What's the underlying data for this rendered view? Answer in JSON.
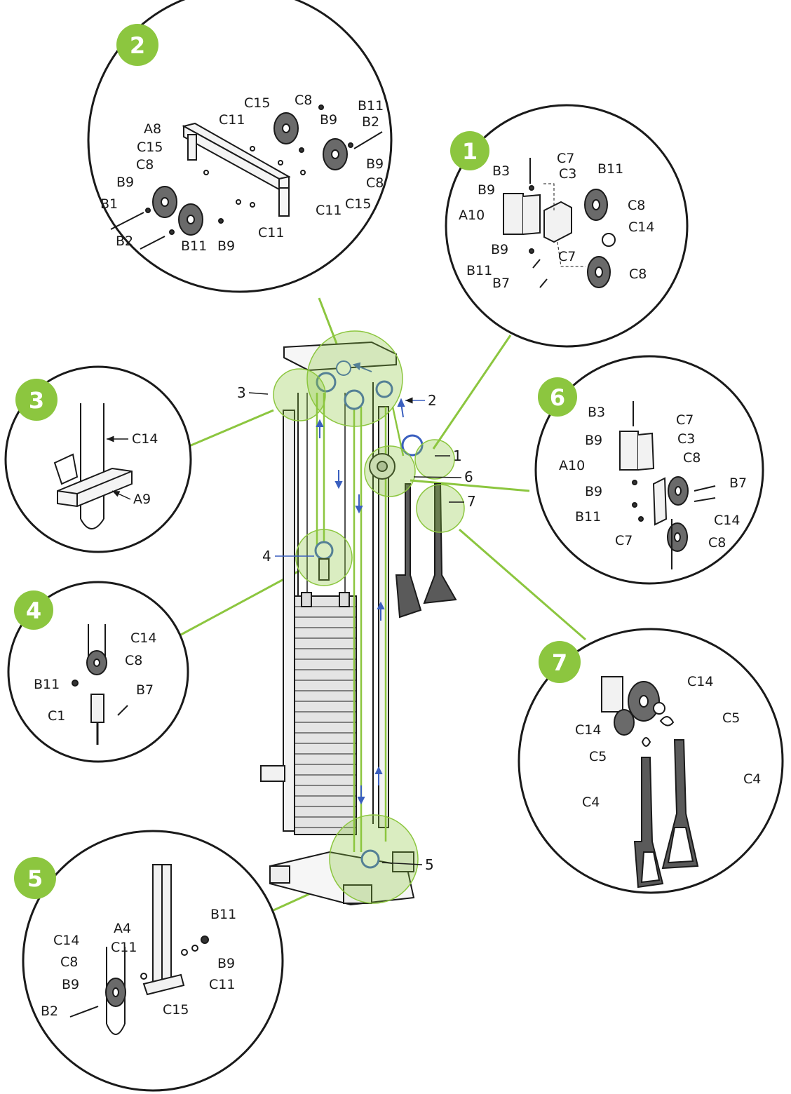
{
  "colors": {
    "accent": "#8cc63f",
    "ink": "#1a1a1a",
    "blue": "#3a5fbf",
    "highlight": "#d9ecc1"
  },
  "main_markers": [
    "1",
    "2",
    "3",
    "4",
    "5",
    "6",
    "7"
  ],
  "callouts": [
    {
      "number": "1",
      "labels": [
        "B3",
        "C7",
        "C3",
        "B11",
        "B9",
        "C8",
        "A10",
        "C14",
        "B9",
        "C7",
        "B11",
        "B7",
        "C8"
      ]
    },
    {
      "number": "2",
      "labels": [
        "C15",
        "C8",
        "B11",
        "C11",
        "B9",
        "B2",
        "A8",
        "C15",
        "B9",
        "C8",
        "C8",
        "B9",
        "B1",
        "C11",
        "C15",
        "B2",
        "B11",
        "B9",
        "C11"
      ]
    },
    {
      "number": "3",
      "labels": [
        "C14",
        "A9"
      ]
    },
    {
      "number": "4",
      "labels": [
        "C14",
        "C8",
        "B11",
        "B7",
        "C1"
      ]
    },
    {
      "number": "5",
      "labels": [
        "B11",
        "A4",
        "C14",
        "C11",
        "B9",
        "C8",
        "C11",
        "B9",
        "C15",
        "B2"
      ]
    },
    {
      "number": "6",
      "labels": [
        "B3",
        "C7",
        "B9",
        "C3",
        "C8",
        "A10",
        "B7",
        "B9",
        "B11",
        "C14",
        "C7",
        "C8"
      ]
    },
    {
      "number": "7",
      "labels": [
        "C14",
        "C5",
        "C14",
        "C5",
        "C4",
        "C4"
      ]
    }
  ]
}
